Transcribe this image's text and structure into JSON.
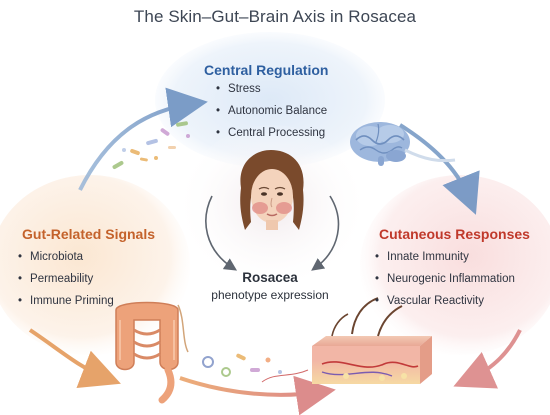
{
  "title": "The Skin–Gut–Brain Axis in Rosacea",
  "central": {
    "title": "Central Regulation",
    "items": [
      "Stress",
      "Autonomic Balance",
      "Central Processing"
    ]
  },
  "gut": {
    "title": "Gut-Related Signals",
    "items": [
      "Microbiota",
      "Permeability",
      "Immune Priming"
    ]
  },
  "skin": {
    "title": "Cutaneous Responses",
    "items": [
      "Innate Immunity",
      "Neurogenic Inflammation",
      "Vascular Reactivity"
    ]
  },
  "center": {
    "title": "Rosacea",
    "subtitle": "phenotype expression"
  },
  "colors": {
    "central_title": "#2e5fa0",
    "gut_title": "#c4622b",
    "skin_title": "#c0392b",
    "arrow_blue": "#7a9cc6",
    "arrow_orange": "#e49a5a",
    "arrow_red": "#d98080",
    "arrow_gray": "#5f6670"
  },
  "icons": [
    "brain-illustration",
    "face-illustration",
    "intestine-illustration",
    "skin-cross-section-illustration",
    "microbe-particles"
  ]
}
